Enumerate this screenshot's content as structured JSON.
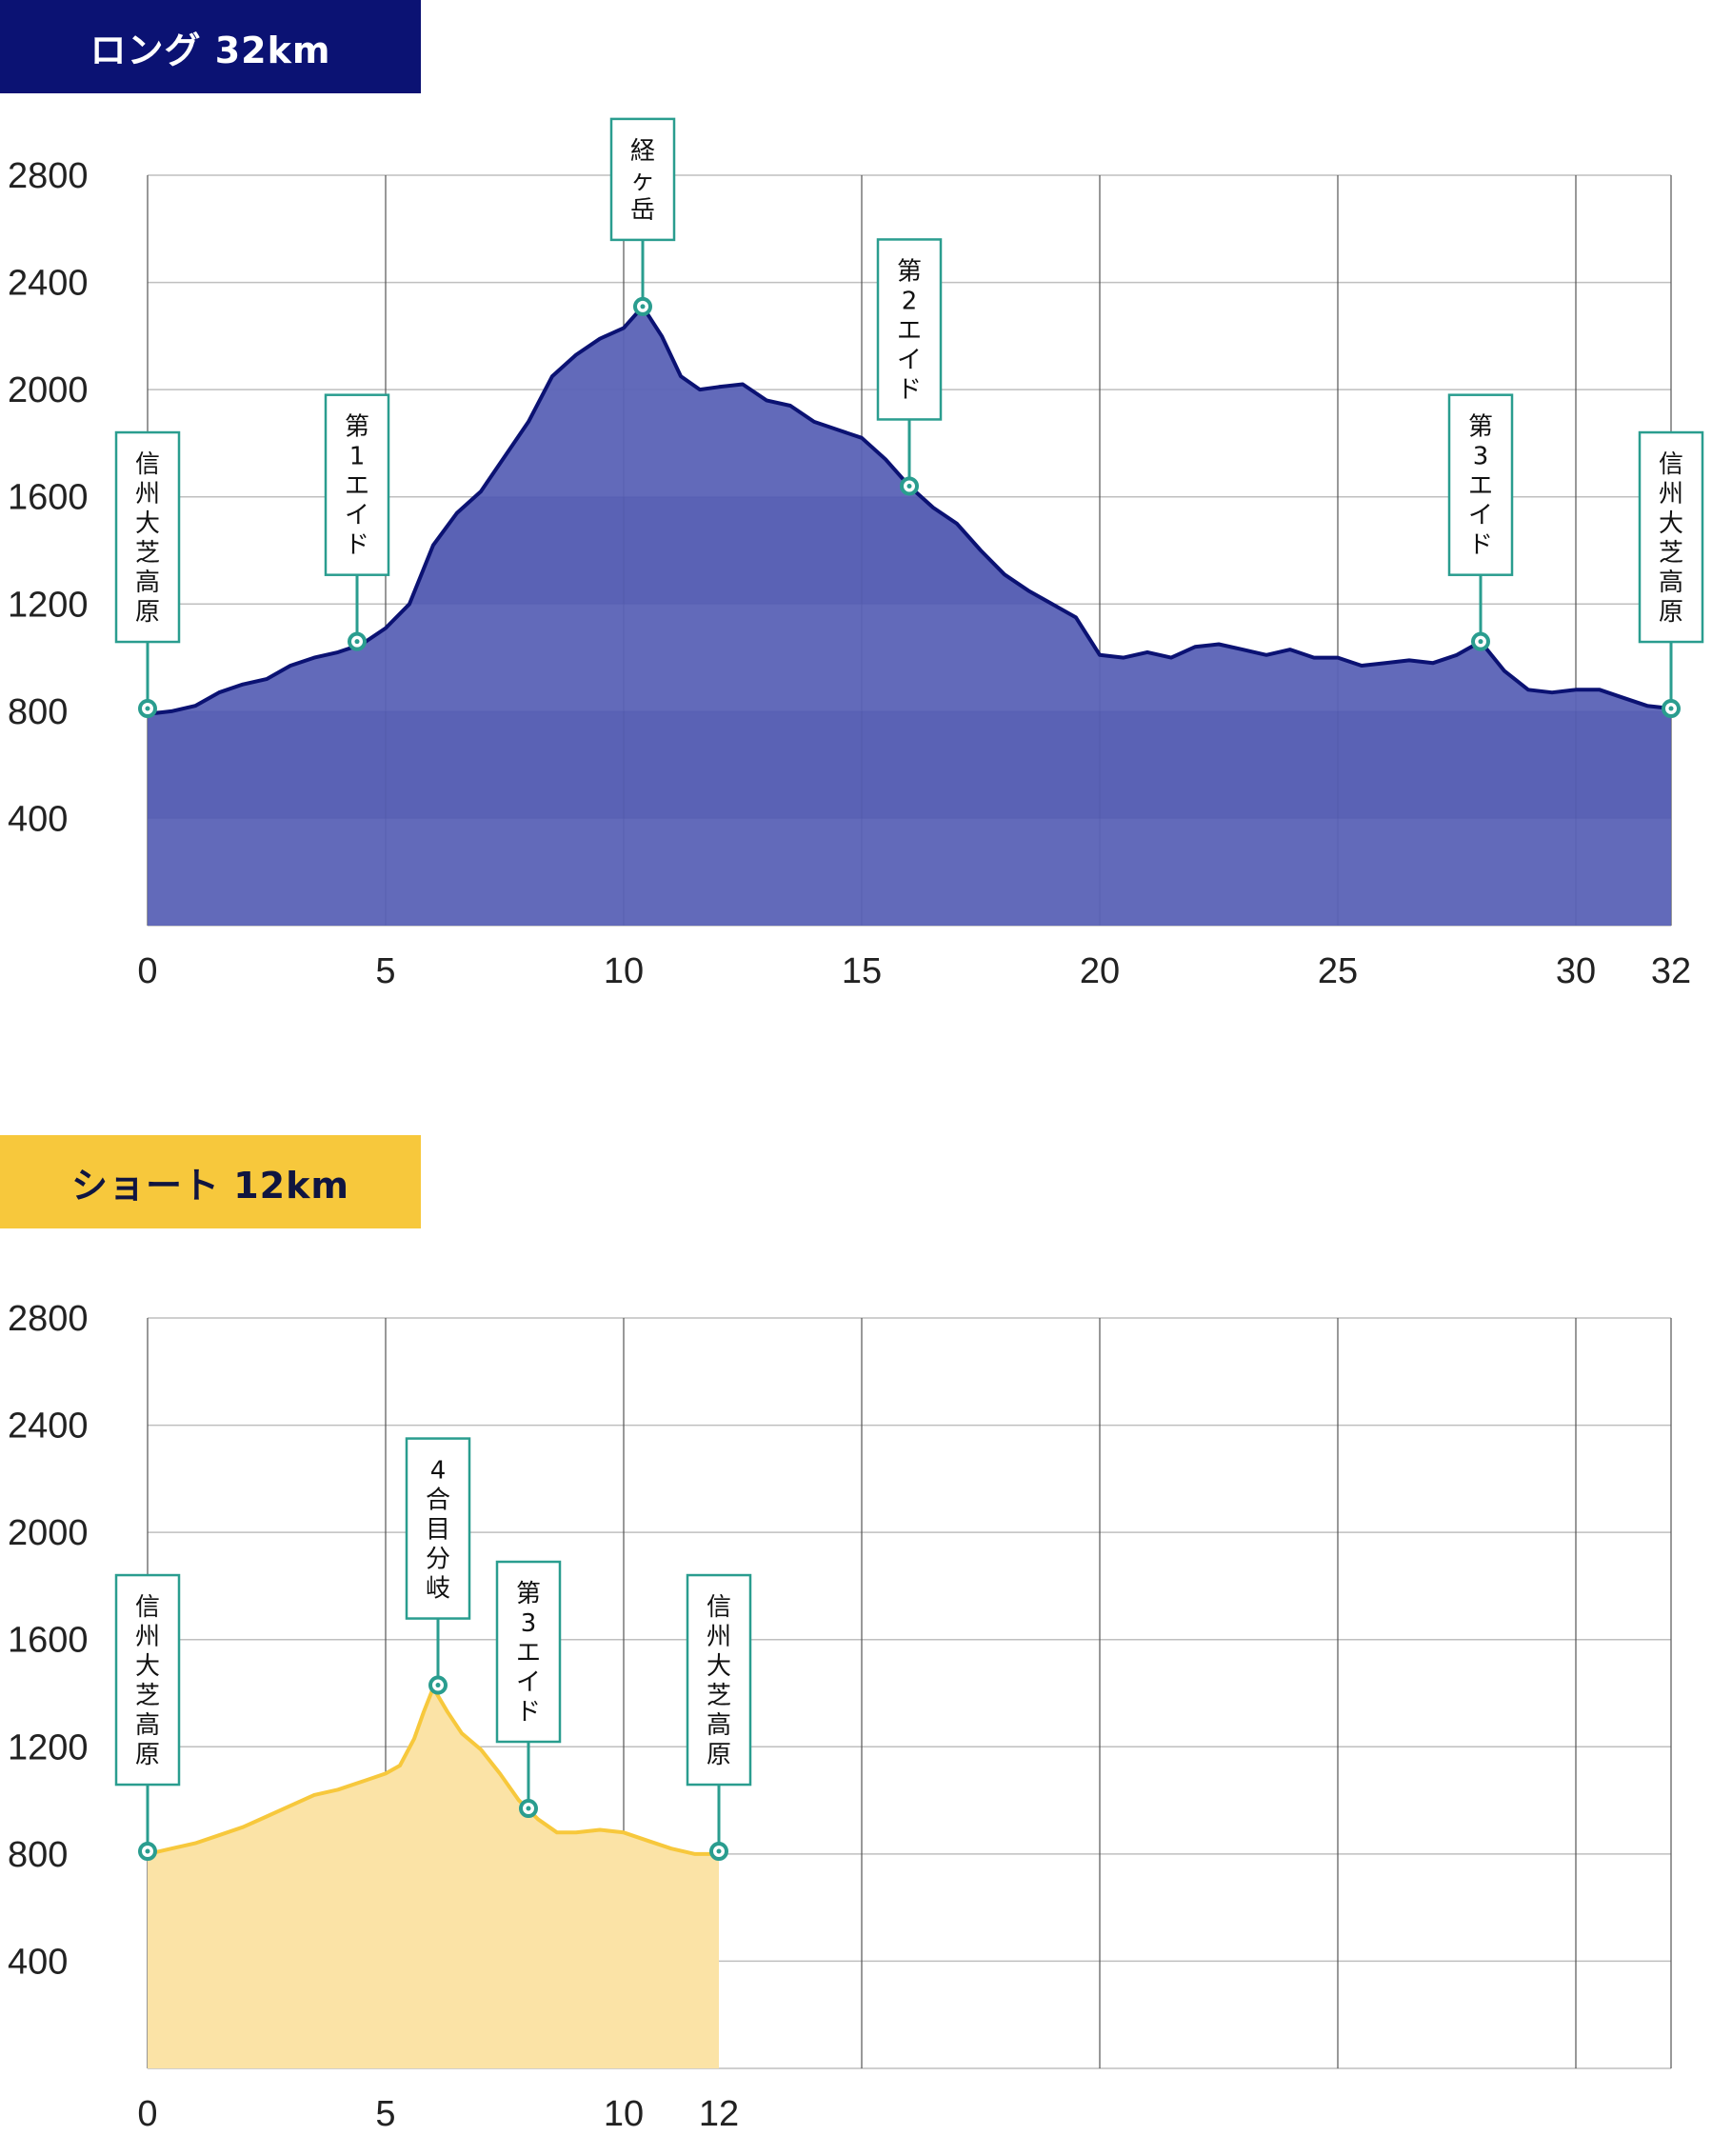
{
  "long": {
    "title": "ロング 32km",
    "accent": "#0b1273",
    "fill": "#5a62b6",
    "marker": "#2a9d8f"
  },
  "short": {
    "title": "ショート 12km",
    "accent": "#f7c83c",
    "fill": "#fbe3a6",
    "marker": "#2a9d8f"
  },
  "chart_data": [
    {
      "type": "area",
      "title": "ロング 32km",
      "xlim": [
        0,
        32
      ],
      "ylim": [
        0,
        2800
      ],
      "x_ticks": [
        0,
        5,
        10,
        15,
        20,
        25,
        30,
        32
      ],
      "y_ticks": [
        400,
        800,
        1200,
        1600,
        2000,
        2400,
        2800
      ],
      "series": [
        {
          "x": [
            0,
            0.5,
            1,
            1.5,
            2,
            2.5,
            3,
            3.5,
            4,
            4.5,
            5,
            5.5,
            6,
            6.5,
            7,
            7.5,
            8,
            8.5,
            9,
            9.5,
            10,
            10.4,
            10.8,
            11.2,
            11.6,
            12,
            12.5,
            13,
            13.5,
            14,
            14.5,
            15,
            15.5,
            16,
            16.5,
            17,
            17.5,
            18,
            18.5,
            19,
            19.5,
            20,
            20.5,
            21,
            21.5,
            22,
            22.5,
            23,
            23.5,
            24,
            24.5,
            25,
            25.5,
            26,
            26.5,
            27,
            27.5,
            28,
            28.5,
            29,
            29.5,
            30,
            30.5,
            31,
            31.5,
            32
          ],
          "y": [
            790,
            800,
            820,
            870,
            900,
            920,
            970,
            1000,
            1020,
            1050,
            1110,
            1200,
            1420,
            1540,
            1620,
            1750,
            1880,
            2050,
            2130,
            2190,
            2230,
            2310,
            2200,
            2050,
            2000,
            2010,
            2020,
            1960,
            1940,
            1880,
            1850,
            1820,
            1740,
            1640,
            1560,
            1500,
            1400,
            1310,
            1250,
            1200,
            1150,
            1010,
            1000,
            1020,
            1000,
            1040,
            1050,
            1030,
            1010,
            1030,
            1000,
            1000,
            970,
            980,
            990,
            980,
            1010,
            1060,
            950,
            880,
            870,
            880,
            880,
            850,
            820,
            810
          ]
        }
      ],
      "waypoints": [
        {
          "x": 0,
          "y": 810,
          "label": "信州大芝高原"
        },
        {
          "x": 4.4,
          "y": 1060,
          "label": "第1エイド"
        },
        {
          "x": 10.4,
          "y": 2310,
          "label": "経ヶ岳"
        },
        {
          "x": 16,
          "y": 1640,
          "label": "第2エイド"
        },
        {
          "x": 28,
          "y": 1060,
          "label": "第3エイド"
        },
        {
          "x": 32,
          "y": 810,
          "label": "信州大芝高原"
        }
      ]
    },
    {
      "type": "area",
      "title": "ショート 12km",
      "xlim": [
        0,
        32
      ],
      "ylim": [
        0,
        2800
      ],
      "x_ticks": [
        0,
        5,
        10,
        12
      ],
      "y_ticks": [
        400,
        800,
        1200,
        1600,
        2000,
        2400,
        2800
      ],
      "series": [
        {
          "x": [
            0,
            0.5,
            1,
            1.5,
            2,
            2.5,
            3,
            3.5,
            4,
            4.5,
            5,
            5.3,
            5.6,
            5.8,
            6,
            6.3,
            6.6,
            7,
            7.4,
            7.8,
            8.2,
            8.6,
            9,
            9.5,
            10,
            10.5,
            11,
            11.5,
            12
          ],
          "y": [
            800,
            820,
            840,
            870,
            900,
            940,
            980,
            1020,
            1040,
            1070,
            1100,
            1130,
            1230,
            1330,
            1420,
            1330,
            1250,
            1190,
            1100,
            1000,
            930,
            880,
            880,
            890,
            880,
            850,
            820,
            800,
            800
          ]
        }
      ],
      "waypoints": [
        {
          "x": 0,
          "y": 810,
          "label": "信州大芝高原"
        },
        {
          "x": 6.1,
          "y": 1430,
          "label": "4合目分岐"
        },
        {
          "x": 8,
          "y": 970,
          "label": "第3エイド"
        },
        {
          "x": 12,
          "y": 810,
          "label": "信州大芝高原"
        }
      ]
    }
  ]
}
